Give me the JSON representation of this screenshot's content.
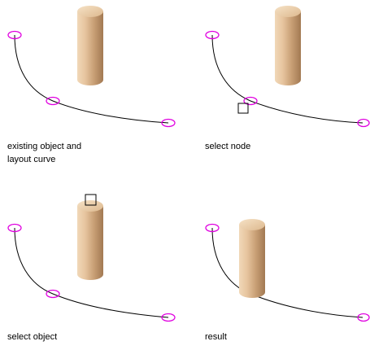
{
  "colors": {
    "background": "#ffffff",
    "curve": "#000000",
    "node": "#e000e0",
    "cylinder_light": "#f1d8b8",
    "cylinder_dark": "#a27952",
    "selection_box": "#000000"
  },
  "panels": [
    {
      "caption_line1": "existing object and",
      "caption_line2": "layout curve",
      "state": "initial"
    },
    {
      "caption_line1": "select node",
      "caption_line2": "",
      "state": "node-selected"
    },
    {
      "caption_line1": "select object",
      "caption_line2": "",
      "state": "object-selected"
    },
    {
      "caption_line1": "result",
      "caption_line2": "",
      "state": "result"
    }
  ]
}
